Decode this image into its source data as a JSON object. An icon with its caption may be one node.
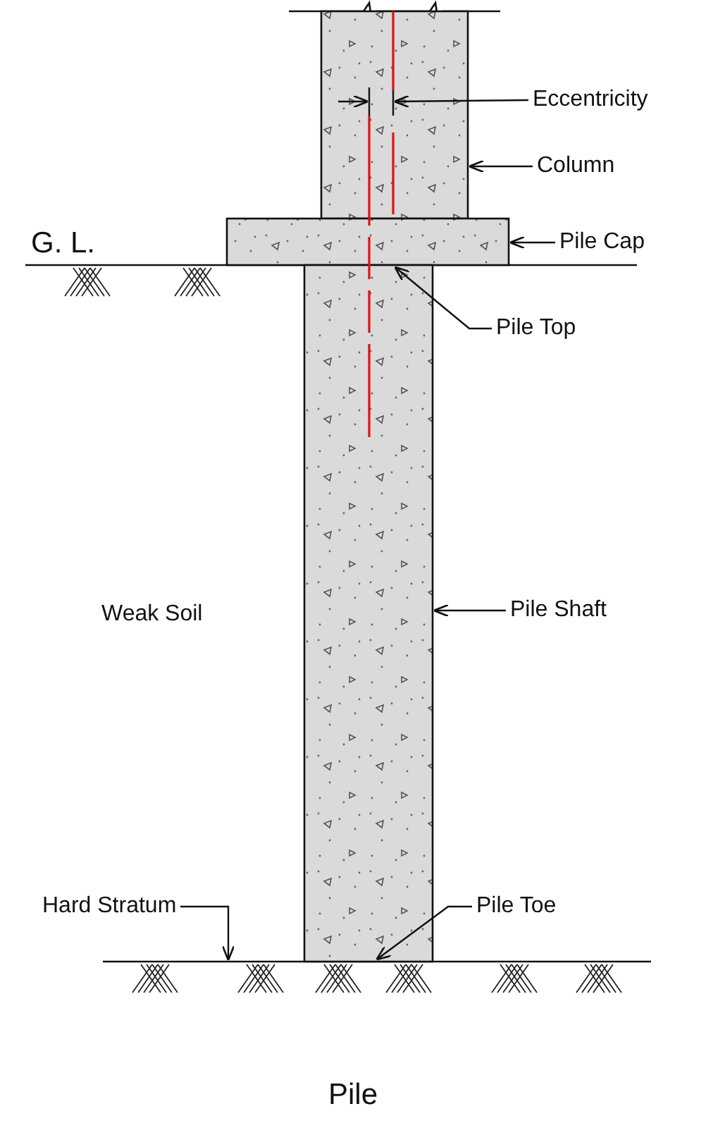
{
  "diagram": {
    "caption": "Pile",
    "nodes": [
      {
        "text": [
          "Eccentricity"
        ]
      },
      {
        "text": [
          "Column"
        ]
      },
      {
        "text": [
          "Pile Cap"
        ]
      },
      {
        "text": [
          "Pile Top"
        ]
      },
      {
        "text": [
          "Pile Shaft"
        ]
      },
      {
        "text": [
          "Hard Stratum"
        ]
      },
      {
        "text": [
          "Pile Toe"
        ]
      },
      {
        "text": [],
        "shape": "box"
      },
      {
        "text": [],
        "shape": "box"
      },
      {
        "text": [],
        "shape": "box"
      }
    ],
    "edges": [
      {
        "from": 0,
        "to": 7,
        "arrow": "to"
      },
      {
        "from": 1,
        "to": 7,
        "arrow": "to"
      },
      {
        "from": 2,
        "to": 8,
        "arrow": "to"
      },
      {
        "from": 3,
        "to": 8,
        "arrow": "to"
      },
      {
        "from": 4,
        "to": 9,
        "arrow": "to"
      },
      {
        "from": 5,
        "to": null,
        "arrow": "to"
      },
      {
        "from": 6,
        "to": 9,
        "arrow": "to"
      }
    ],
    "labels": [
      "G. L.",
      "Weak Soil"
    ]
  }
}
